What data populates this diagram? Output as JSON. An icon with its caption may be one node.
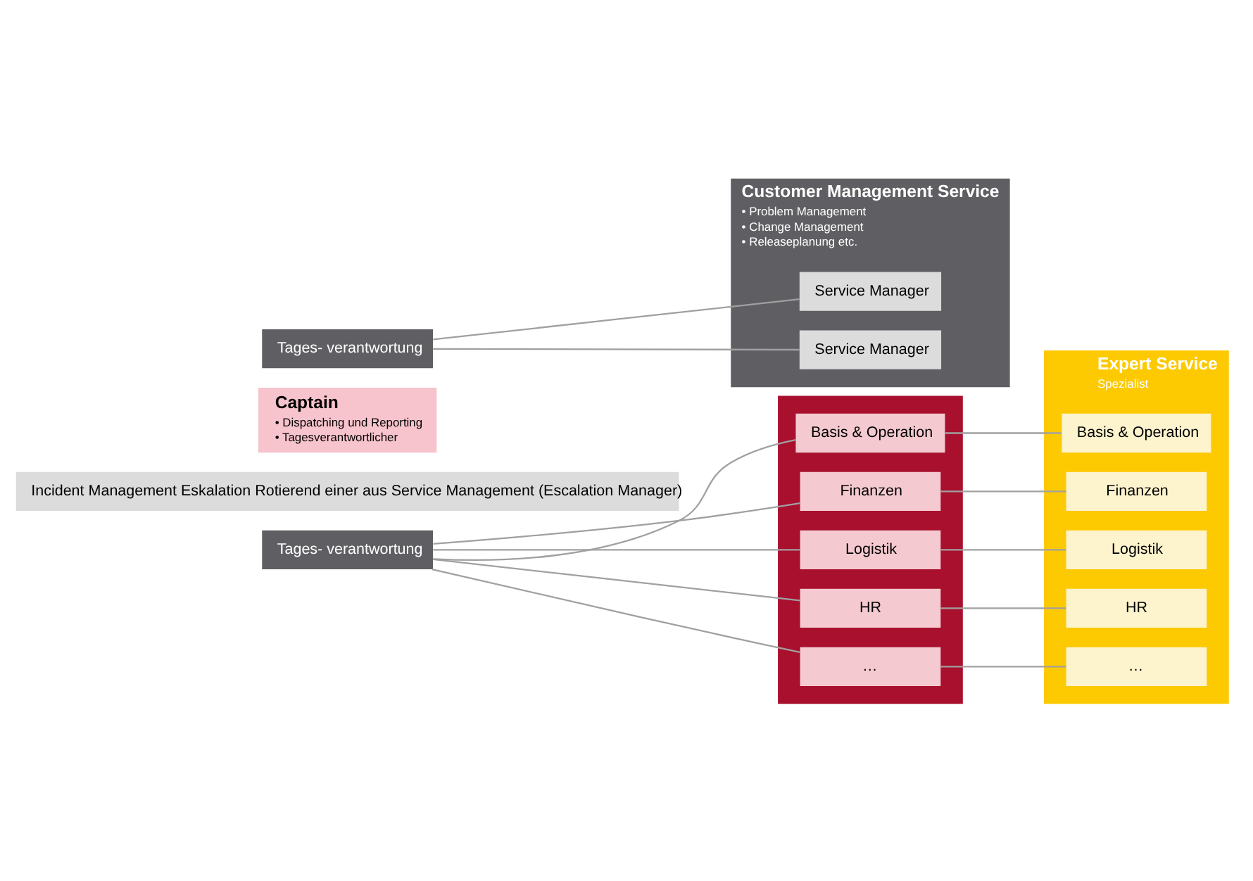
{
  "diagram": {
    "nodes": [
      {
        "text": [
          "Tages- verantwortung"
        ]
      },
      {
        "text": [
          "Incident Management Eskalation Rotierend einer aus Service Management (Escalation Manager)"
        ]
      },
      {
        "text": [
          "Captain",
          "• Dispatching und Reporting",
          "• Tagesverantwortlicher"
        ]
      },
      {
        "text": [],
        "shape": "box"
      },
      {
        "text": [
          "Basis & Operation"
        ],
        "in": 3
      },
      {
        "text": [
          "Finanzen"
        ],
        "in": 3
      },
      {
        "text": [
          "Logistik"
        ],
        "in": 3
      },
      {
        "text": [
          "HR"
        ],
        "in": 3
      },
      {
        "text": [
          "…"
        ],
        "in": 3
      },
      {
        "text": [
          "Expert Service",
          "Spezialist"
        ]
      },
      {
        "text": [
          "Basis & Operation"
        ],
        "in": 9
      },
      {
        "text": [
          "Finanzen"
        ],
        "in": 9
      },
      {
        "text": [
          "Logistik"
        ],
        "in": 9
      },
      {
        "text": [
          "HR"
        ],
        "in": 9
      },
      {
        "text": [
          "…"
        ],
        "in": 9
      },
      {
        "text": [
          "Tages- verantwortung"
        ]
      },
      {
        "text": [
          "Customer Management Service",
          "• Problem Management",
          "• Change Management",
          "• Releaseplanung etc."
        ]
      },
      {
        "text": [
          "Service Manager"
        ],
        "in": 16
      },
      {
        "text": [
          "Service Manager"
        ],
        "in": 16
      }
    ],
    "edges": [
      {
        "from": 0,
        "to": 4,
        "arrow": "none"
      },
      {
        "from": 0,
        "to": 5,
        "arrow": "none"
      },
      {
        "from": 0,
        "to": 6,
        "arrow": "none"
      },
      {
        "from": 0,
        "to": 7,
        "arrow": "none"
      },
      {
        "from": 0,
        "to": 8,
        "arrow": "none"
      },
      {
        "from": 4,
        "to": 10,
        "arrow": "none"
      },
      {
        "from": 5,
        "to": 11,
        "arrow": "none"
      },
      {
        "from": 6,
        "to": 12,
        "arrow": "none"
      },
      {
        "from": 7,
        "to": 13,
        "arrow": "none"
      },
      {
        "from": 8,
        "to": 14,
        "arrow": "none"
      },
      {
        "from": 15,
        "to": 17,
        "arrow": "none"
      },
      {
        "from": 15,
        "to": 18,
        "arrow": "none"
      }
    ]
  }
}
